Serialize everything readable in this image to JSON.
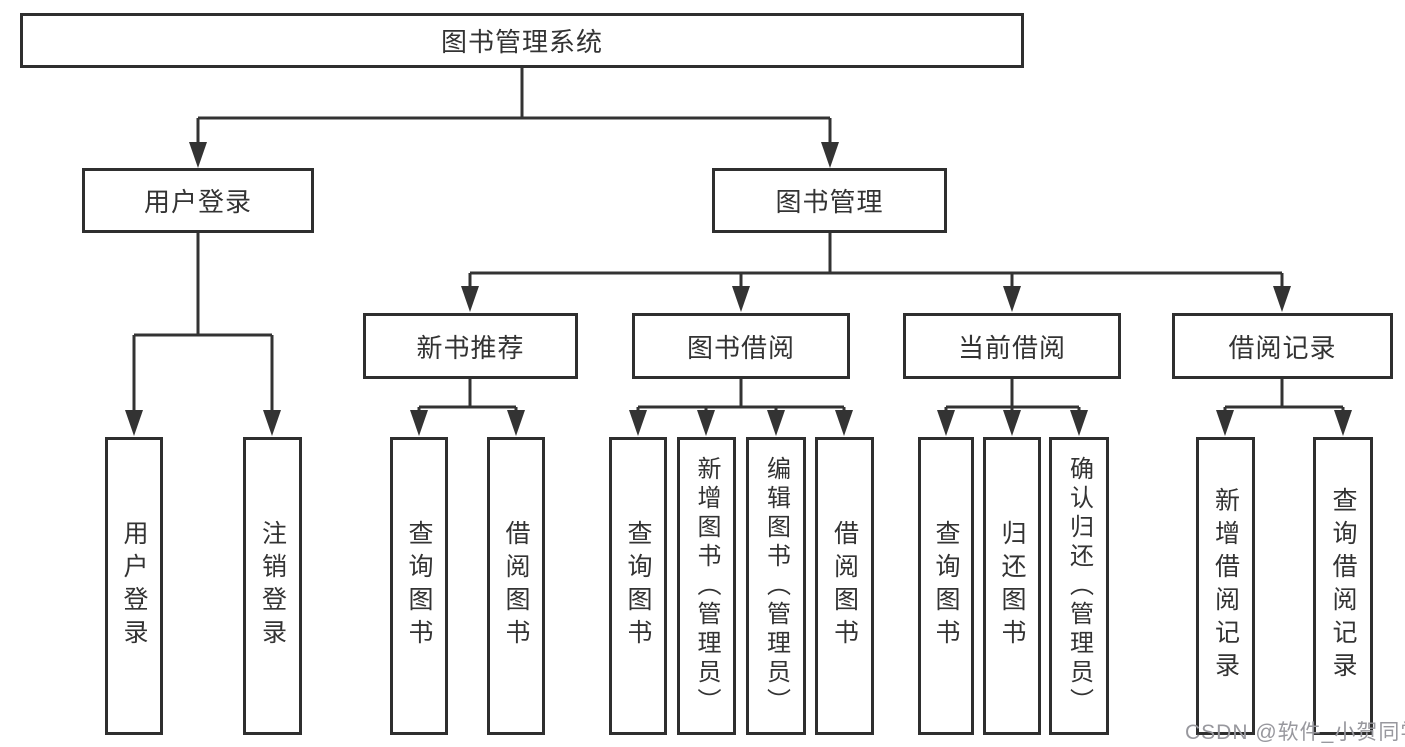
{
  "diagram_title": "图书管理系统",
  "nodes": {
    "root": {
      "label": "图书管理系统"
    },
    "level2": [
      {
        "label": "用户登录"
      },
      {
        "label": "图书管理"
      }
    ],
    "level3": [
      {
        "label": "新书推荐"
      },
      {
        "label": "图书借阅"
      },
      {
        "label": "当前借阅"
      },
      {
        "label": "借阅记录"
      }
    ],
    "leaves": [
      {
        "label": "用户登录"
      },
      {
        "label": "注销登录"
      },
      {
        "label": "查询图书"
      },
      {
        "label": "借阅图书"
      },
      {
        "label": "查询图书"
      },
      {
        "label": "新增图书（管理员）"
      },
      {
        "label": "编辑图书（管理员）"
      },
      {
        "label": "借阅图书"
      },
      {
        "label": "查询图书"
      },
      {
        "label": "归还图书"
      },
      {
        "label": "确认归还（管理员）"
      },
      {
        "label": "新增借阅记录"
      },
      {
        "label": "查询借阅记录"
      }
    ]
  },
  "hierarchy": {
    "图书管理系统": [
      "用户登录",
      "图书管理"
    ],
    "用户登录": [
      "用户登录",
      "注销登录"
    ],
    "图书管理": [
      "新书推荐",
      "图书借阅",
      "当前借阅",
      "借阅记录"
    ],
    "新书推荐": [
      "查询图书",
      "借阅图书"
    ],
    "图书借阅": [
      "查询图书",
      "新增图书（管理员）",
      "编辑图书（管理员）",
      "借阅图书"
    ],
    "当前借阅": [
      "查询图书",
      "归还图书",
      "确认归还（管理员）"
    ],
    "借阅记录": [
      "新增借阅记录",
      "查询借阅记录"
    ]
  },
  "watermark": {
    "text": "CSDN @软件_小贺同学"
  },
  "colors": {
    "line": "#333333",
    "box_border": "#2f2f2f",
    "text": "#333333",
    "background": "#ffffff",
    "watermark": "#98989e"
  }
}
